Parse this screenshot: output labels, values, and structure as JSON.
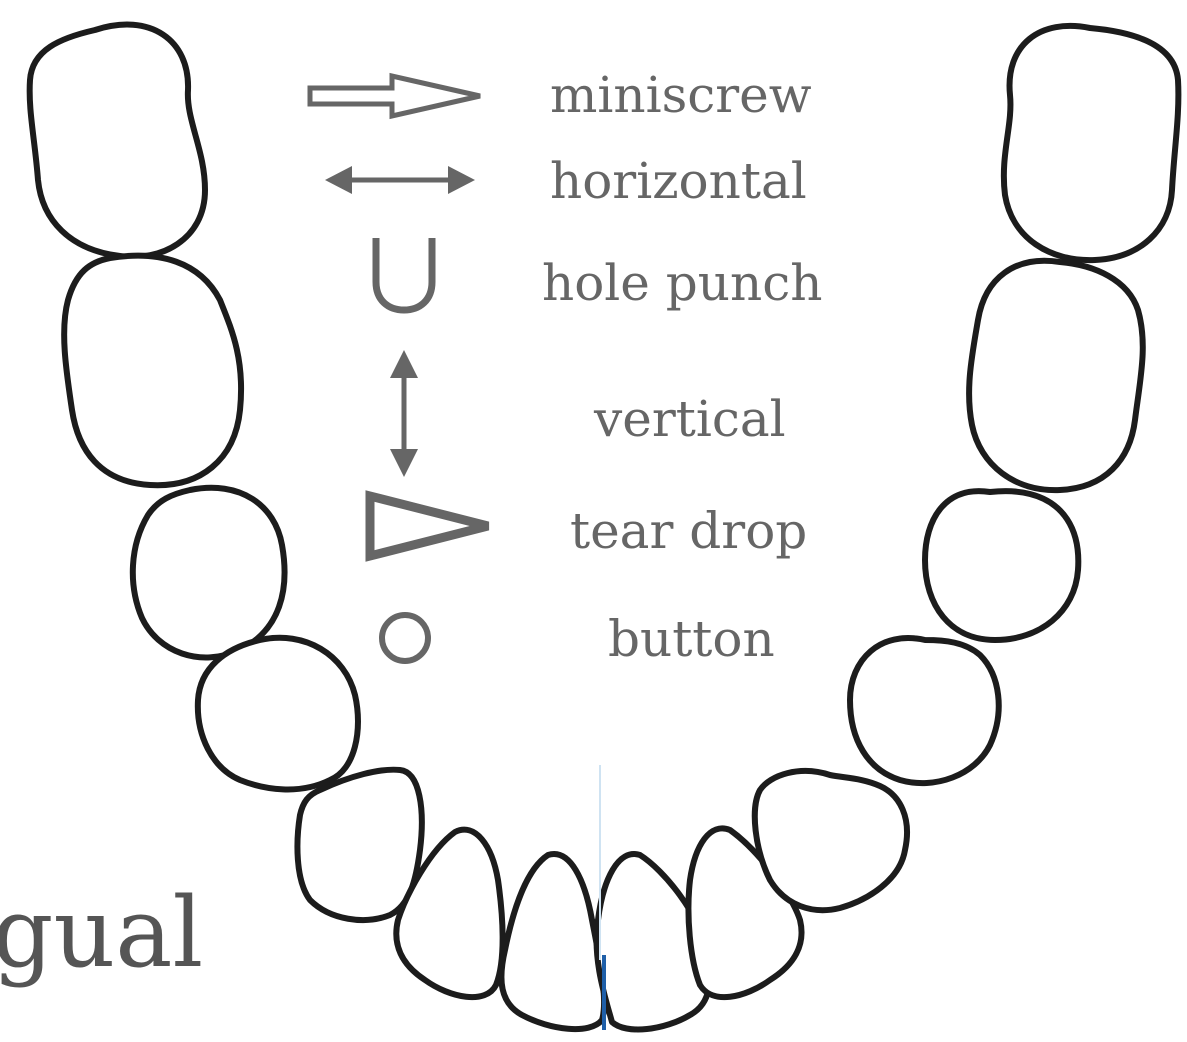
{
  "legend": {
    "items": [
      {
        "label": "miniscrew",
        "icon": "miniscrew-arrow-icon"
      },
      {
        "label": "horizontal",
        "icon": "horizontal-double-arrow-icon"
      },
      {
        "label": "hole punch",
        "icon": "u-shape-icon"
      },
      {
        "label": "vertical",
        "icon": "vertical-double-arrow-icon"
      },
      {
        "label": "tear drop",
        "icon": "triangle-icon"
      },
      {
        "label": "button",
        "icon": "circle-icon"
      }
    ]
  },
  "side_label": "gual",
  "colors": {
    "outline": "#1c1c1c",
    "symbol": "#666666",
    "midline": "#1f5fa8"
  }
}
